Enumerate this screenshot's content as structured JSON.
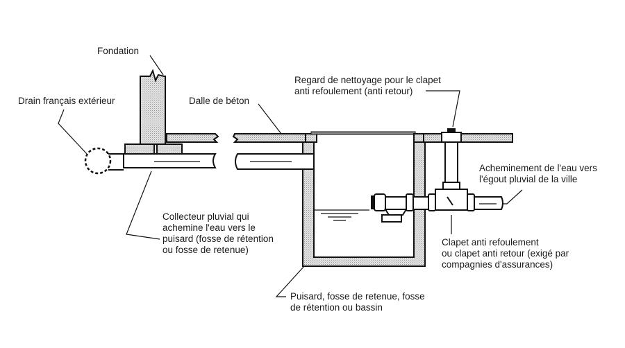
{
  "title": "Système de drainage avec puisard et clapet anti refoulement",
  "labels": {
    "fondation": "Fondation",
    "drain": "Drain français extérieur",
    "dalle": "Dalle de béton",
    "regard_1": "Regard de nettoyage pour le clapet",
    "regard_2": "anti refoulement (anti retour)",
    "achem_1": "Acheminement de l'eau vers",
    "achem_2": "l'égout pluvial de la ville",
    "collecteur_1": "Collecteur pluvial qui",
    "collecteur_2": "achemine l'eau vers le",
    "collecteur_3": "puisard (fosse de rétention",
    "collecteur_4": "ou fosse de retenue)",
    "clapet_1": "Clapet anti refoulement",
    "clapet_2": "ou clapet anti retour (exigé par",
    "clapet_3": "compagnies d'assurances)",
    "puisard_1": "Puisard, fosse de retenue, fosse",
    "puisard_2": "de rétention ou bassin"
  },
  "colors": {
    "ink": "#111111",
    "concrete": "#d4d4d4",
    "background": "#ffffff"
  }
}
